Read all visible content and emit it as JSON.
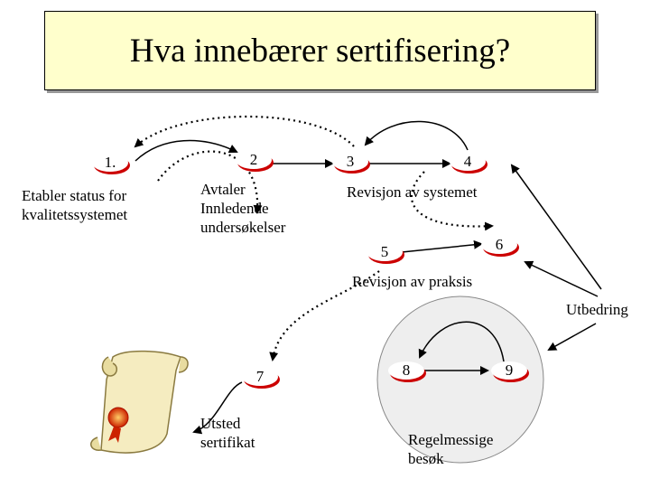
{
  "title": "Hva innebærer sertifisering?",
  "nodes": {
    "n1": {
      "number": "1.",
      "label_lines": [
        "Etabler status for",
        "kvalitetssystemet"
      ]
    },
    "n2": {
      "number": "2",
      "label_lines": [
        "Avtaler",
        "Innledende",
        "undersøkelser"
      ]
    },
    "n3": {
      "number": "3"
    },
    "n4": {
      "number": "4"
    },
    "n34_label": "Revisjon av systemet",
    "n5": {
      "number": "5"
    },
    "n6": {
      "number": "6"
    },
    "n56_label": "Revisjon av praksis",
    "utbedring": "Utbedring",
    "n7": {
      "number": "7",
      "label_lines": [
        "Utsted",
        "sertifikat"
      ]
    },
    "n8": {
      "number": "8"
    },
    "n9": {
      "number": "9"
    },
    "n89_label_lines": [
      "Regelmessige",
      "besøk"
    ]
  },
  "colors": {
    "node_fill": "#ffffff",
    "node_shadow": "#cc0000",
    "title_bg": "#ffffcc",
    "circle_bg": "#eeeeee",
    "scroll_fill": "#f5ecc0",
    "seal": "#cc2200"
  },
  "icons": [
    "certificate-scroll-icon"
  ]
}
